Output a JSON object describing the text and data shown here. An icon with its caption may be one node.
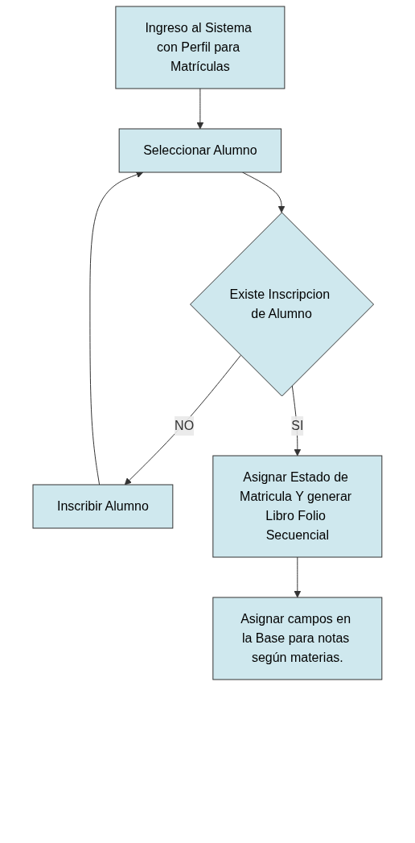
{
  "diagram": {
    "nodes": [
      {
        "text": [
          "Ingreso al Sistema con Perfil para Matrículas"
        ]
      },
      {
        "text": [
          "Seleccionar Alumno"
        ]
      },
      {
        "text": [
          "Existe Inscripcion de Alumno"
        ]
      },
      {
        "text": [
          "Inscribir Alumno"
        ]
      },
      {
        "text": [
          "Asignar Estado de Matricula Y generar Libro Folio Secuencial"
        ]
      },
      {
        "text": [
          "Asignar campos en la Base para notas según materias."
        ]
      }
    ],
    "edges": [
      {
        "from": 0,
        "to": 1,
        "arrow": "to"
      },
      {
        "from": 1,
        "to": 2,
        "arrow": "to"
      },
      {
        "from": 2,
        "to": 3,
        "label": "NO",
        "arrow": "to"
      },
      {
        "from": 3,
        "to": 1,
        "arrow": "to"
      },
      {
        "from": 2,
        "to": 4,
        "label": "SI",
        "arrow": "to"
      },
      {
        "from": 4,
        "to": 5,
        "arrow": "to"
      }
    ]
  }
}
